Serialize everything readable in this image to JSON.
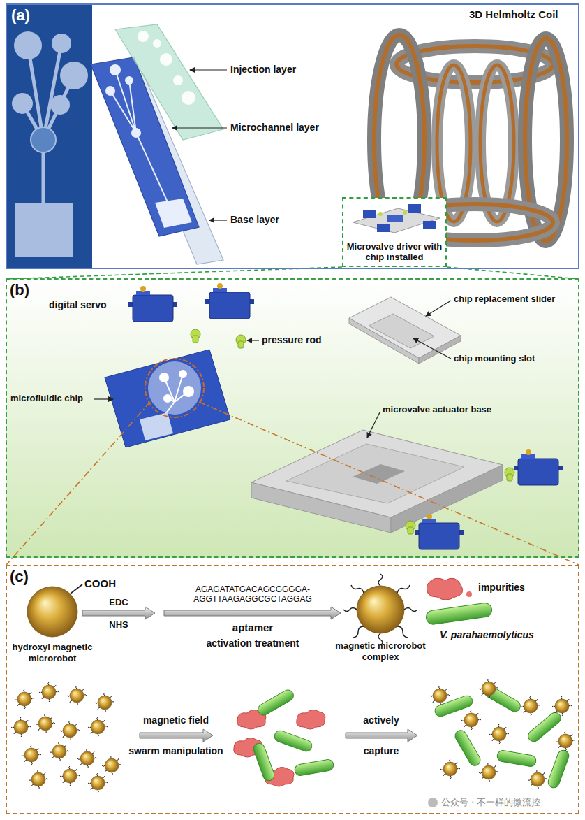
{
  "diagram": {
    "nodes": [
      {
        "text": [
          "(a)"
        ]
      },
      {
        "text": [
          "Microvalve driver with chip installed"
        ],
        "in": 0
      },
      {
        "text": [
          "(b)"
        ]
      },
      {
        "text": [
          "(c)"
        ]
      }
    ],
    "edges": [
      {
        "from": 1,
        "to": 2,
        "arrow": "none"
      }
    ],
    "labels": [
      "Injection layer",
      "Microchannel layer",
      "Base layer",
      "3D Helmholtz Coil",
      "digital servo",
      "pressure rod",
      "chip replacement slider",
      "chip mounting slot",
      "microvalve actuator base",
      "microfluidic chip",
      "COOH",
      "EDC",
      "NHS",
      "AGAGATATGACAGCGGGGA- AGGTTAAGAGGCGCTAGGAG",
      "aptamer",
      "hydroxyl magnetic microrobot",
      "activation treatment",
      "magnetic microrobot complex",
      "impurities",
      "V. parahaemolyticus",
      "magnetic field",
      "swarm manipulation",
      "actively",
      "capture",
      "公众号 · 不一样的微流控"
    ]
  }
}
